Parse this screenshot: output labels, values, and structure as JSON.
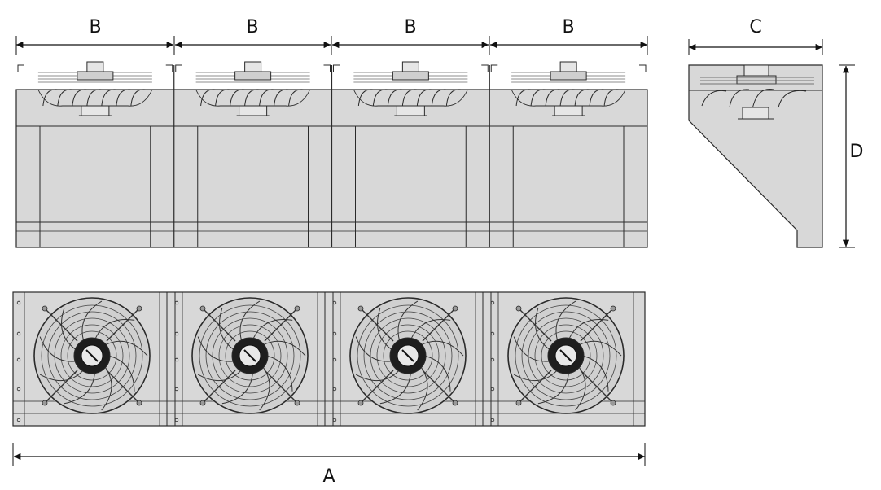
{
  "labels": {
    "module_width": "B",
    "depth": "C",
    "height": "D",
    "total_length": "A"
  },
  "module_count": 4,
  "fan_count": 4,
  "colors": {
    "panel_fill": "#d8d8d8",
    "stroke": "#2a2a2a",
    "background": "#ffffff"
  }
}
